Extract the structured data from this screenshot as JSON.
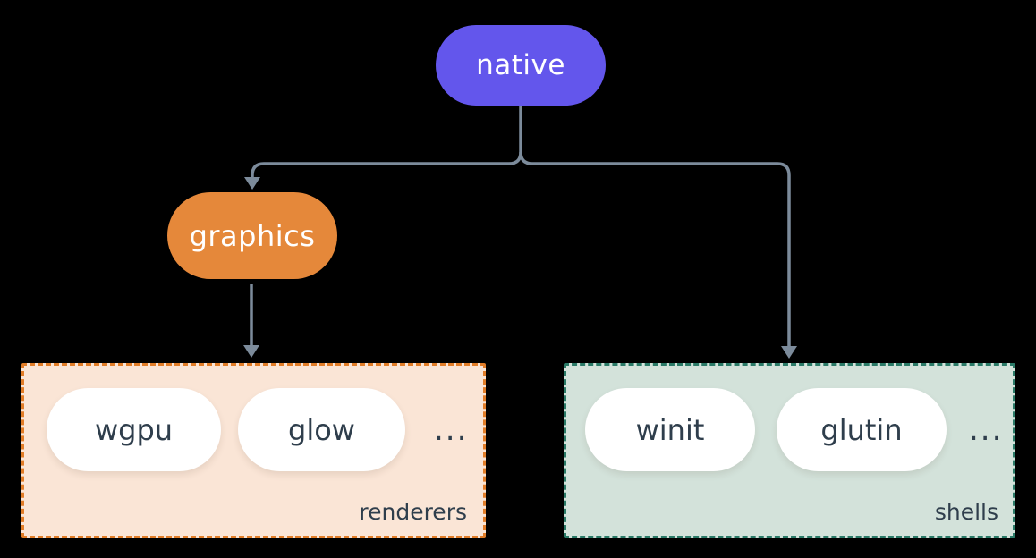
{
  "diagram": {
    "background": "#000000",
    "connectors": {
      "color": "#7c8b9b",
      "edges": [
        {
          "from": "native",
          "to": "graphics"
        },
        {
          "from": "native",
          "to": "shells"
        },
        {
          "from": "graphics",
          "to": "renderers"
        }
      ]
    },
    "nodes": {
      "native": {
        "label": "native",
        "fill": "#6356ec",
        "text_color": "#ffffff"
      },
      "graphics": {
        "label": "graphics",
        "fill": "#e5883a",
        "text_color": "#ffffff"
      }
    },
    "groups": {
      "renderers": {
        "label": "renderers",
        "fill": "#fae5d6",
        "border_color": "#e17d28",
        "items": [
          "wgpu",
          "glow"
        ],
        "ellipsis": "...",
        "item_fill": "#ffffff",
        "text_color": "#2f3e4c"
      },
      "shells": {
        "label": "shells",
        "fill": "#d3e2da",
        "border_color": "#2a7a67",
        "items": [
          "winit",
          "glutin"
        ],
        "ellipsis": "...",
        "item_fill": "#ffffff",
        "text_color": "#2f3e4c"
      }
    }
  }
}
